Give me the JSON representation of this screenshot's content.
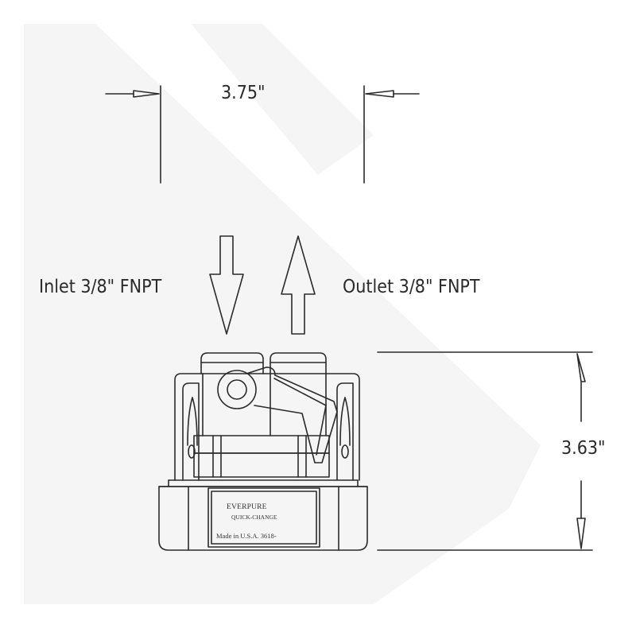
{
  "dimensions": {
    "width": "3.75\"",
    "height": "3.63\""
  },
  "ports": {
    "inlet": "Inlet 3/8\" FNPT",
    "outlet": "Outlet 3/8\" FNPT"
  },
  "nameplate": {
    "brand": "EVERPURE",
    "model": "QUICK-CHANGE",
    "origin": "Made in U.S.A. 3618-"
  },
  "colors": {
    "line": "#2b2b2b",
    "watermark": "#f4f4f4"
  }
}
